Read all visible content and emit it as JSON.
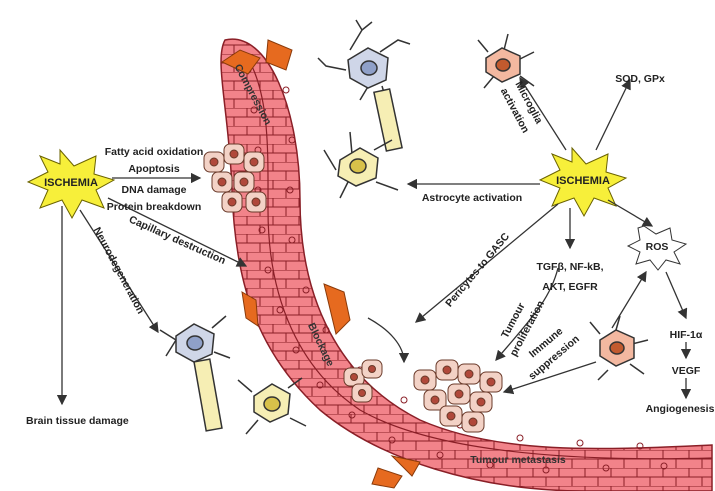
{
  "ischemia_left": "ISCHEMIA",
  "ischemia_right": "ISCHEMIA",
  "ros": "ROS",
  "processes": {
    "fatty_acid": "Fatty acid oxidation",
    "apoptosis": "Apoptosis",
    "dna_damage": "DNA damage",
    "protein": "Protein breakdown",
    "capillary": "Capillary destruction",
    "neuro": "Neurodegeneration",
    "brain": "Brain tissue damage",
    "compression": "Compression",
    "blockage": "Blockage",
    "microglia_1": "Microglia",
    "microglia_2": "activation",
    "astrocyte": "Astrocyte activation",
    "sod": "SOD, GPx",
    "pericytes": "Pericytes to GASC",
    "tgf_1": "TGFβ, NF-kB,",
    "tgf_2": "AKT, EGFR",
    "tumour_prolif_1": "Tumour",
    "tumour_prolif_2": "proliferation",
    "immune_1": "Immune",
    "immune_2": "suppression",
    "hif": "HIF-1α",
    "vegf": "VEGF",
    "angio": "Angiogenesis",
    "metastasis": "Tumour metastasis"
  },
  "colors": {
    "vessel_fill": "#f2838a",
    "vessel_cell": "#ee6e78",
    "vessel_edge": "#8a1f27",
    "burst": "#f7ef3a",
    "pericyte": "#e66a1f",
    "neuron": "#cfd6e8",
    "astro": "#f6eeb4",
    "tumour": "#f3d2c6"
  }
}
